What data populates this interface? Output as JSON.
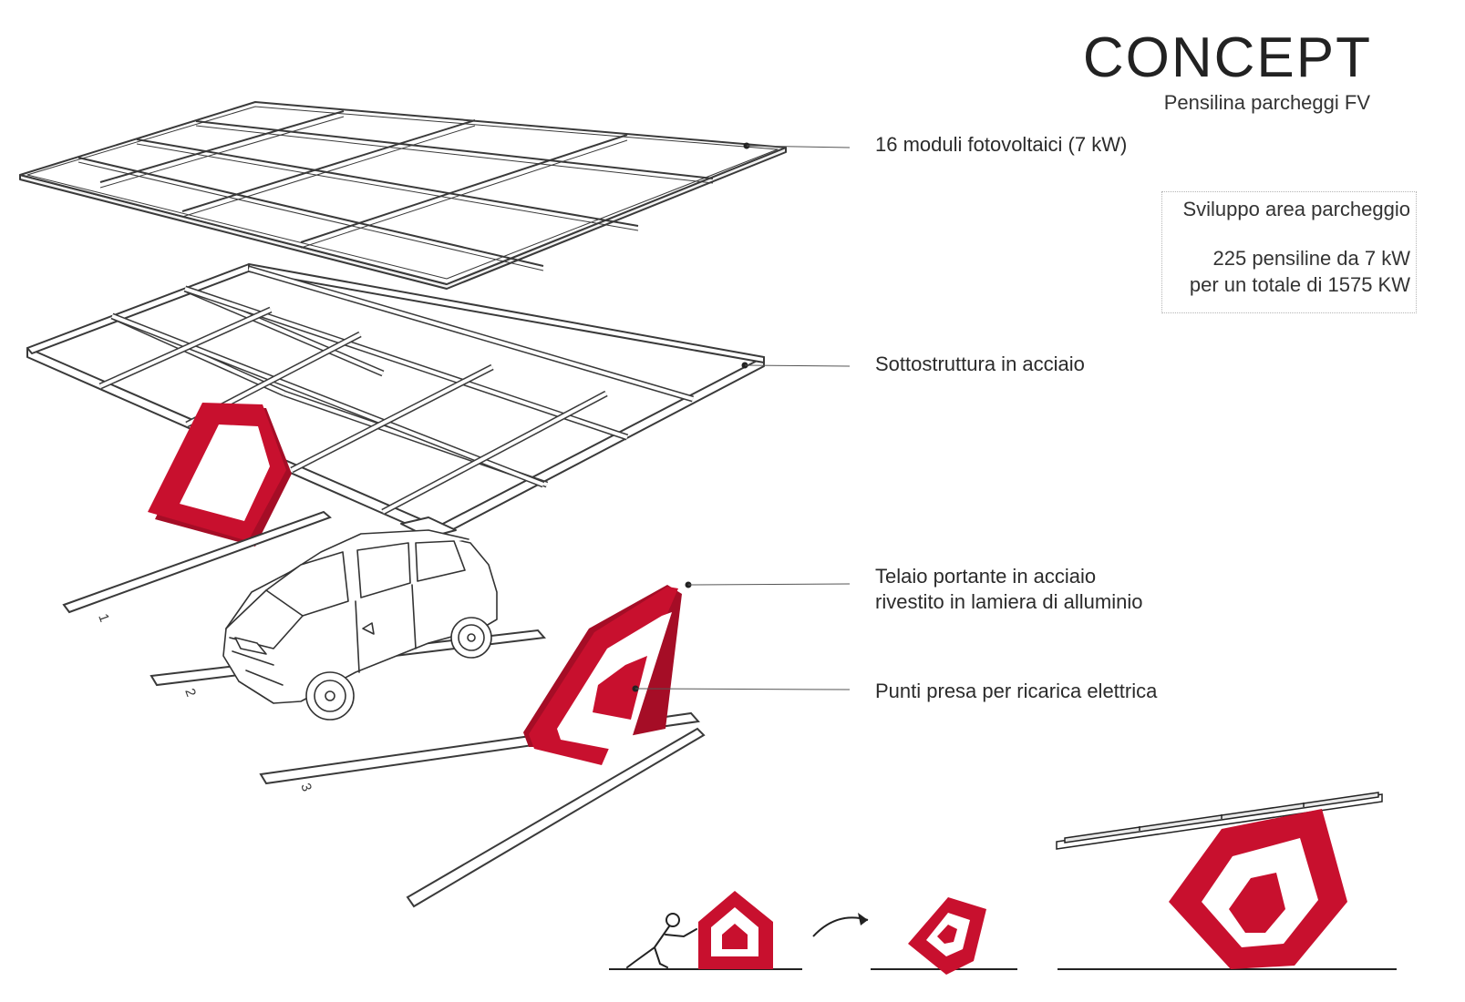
{
  "header": {
    "title": "CONCEPT",
    "subtitle": "Pensilina parcheggi FV"
  },
  "info_box": {
    "heading": "Sviluppo area parcheggio",
    "line1": "225 pensiline da 7 kW",
    "line2": "per un totale di 1575 KW"
  },
  "callouts": {
    "modules": "16 moduli fotovoltaici (7 kW)",
    "substructure": "Sottostruttura in acciaio",
    "frame_line1": "Telaio portante in acciaio",
    "frame_line2": "rivestito in lamiera di alluminio",
    "sockets": "Punti presa per ricarica elettrica"
  },
  "parking_numbers": [
    "1",
    "2",
    "3"
  ],
  "colors": {
    "accent": "#c8102e",
    "line": "#3a3a3a",
    "background": "#ffffff"
  },
  "icons": {
    "arrow": "curved-arrow-icon",
    "person": "pushing-person-icon"
  }
}
